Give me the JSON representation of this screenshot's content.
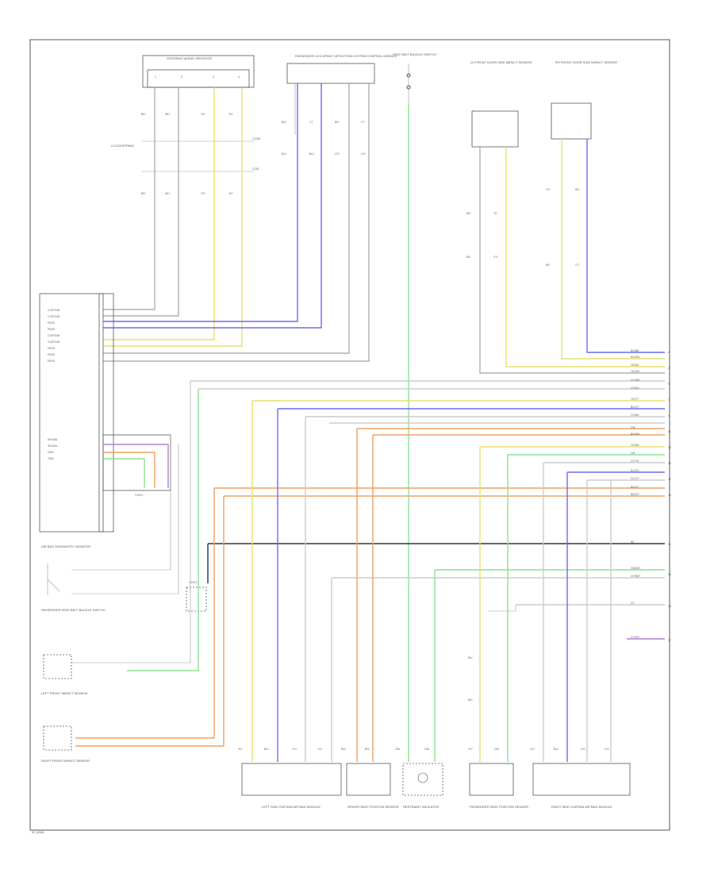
{
  "colors": {
    "frame": "#555555",
    "wire_blue": "#6b6bf0",
    "wire_yellow": "#e8e070",
    "wire_green": "#8ee08e",
    "wire_orange": "#f0a060",
    "wire_gray": "#b0b0b0",
    "wire_black": "#333333",
    "wire_violet": "#b080d0",
    "text": "#555555"
  },
  "footer": {
    "page_code": "W_0268"
  },
  "components": {
    "top_left_connector": "STEERING WHEEL RESISTOR",
    "clockspring": "CLOCKSPRING",
    "top_center_module": "PASSENGER OCCUPANT DETECTION SYSTEM CONTROL MODULE",
    "top_switch": "SEAT BELT BUCKLE SWITCH",
    "top_right_1": "LH FRONT DOOR SIDE IMPACT SENSOR",
    "top_right_2": "RH FRONT DOOR SIDE IMPACT SENSOR",
    "left_module": "AIR BAG DIAGNOSTIC MONITOR",
    "mid_connector": "C2021",
    "passenger_switch": "PASSENGER SEAT BELT BUCKLE SWITCH",
    "left_sensor_1": "LEFT FRONT IMPACT SENSOR",
    "left_sensor_2": "RIGHT FRONT IMPACT SENSOR",
    "bottom_1": "LEFT SIDE CURTAIN AIR BAG MODULE",
    "bottom_2": "DRIVER SEAT POSITION SENSOR",
    "bottom_3": "RESTRAINT INDICATOR",
    "bottom_4": "PASSENGER SEAT POSITION SENSOR",
    "bottom_5": "RIGHT SIDE CURTAIN AIR BAG MODULE"
  }
}
